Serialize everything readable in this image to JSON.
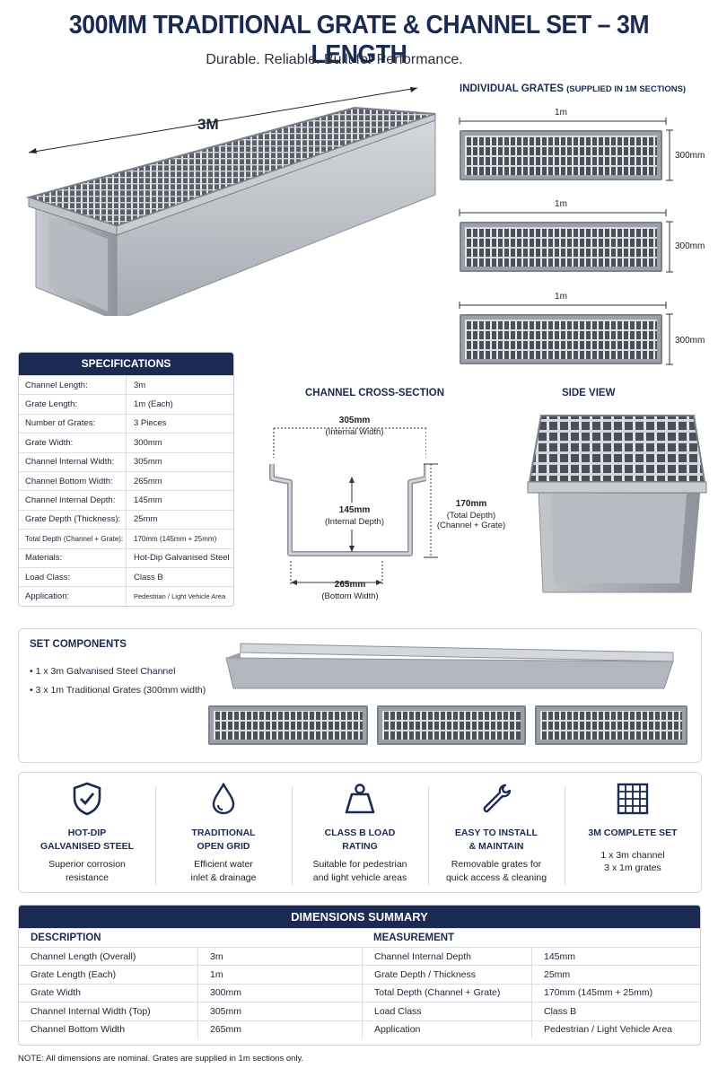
{
  "header": {
    "title": "300MM TRADITIONAL GRATE & CHANNEL SET – 3M LENGTH",
    "subtitle": "Durable. Reliable. Built for Performance."
  },
  "hero": {
    "length_label": "3M"
  },
  "individual_grates": {
    "heading": "INDIVIDUAL GRATES",
    "heading_note": "(SUPPLIED IN 1M SECTIONS)",
    "grates": [
      {
        "length": "1m",
        "width": "300mm"
      },
      {
        "length": "1m",
        "width": "300mm"
      },
      {
        "length": "1m",
        "width": "300mm"
      }
    ]
  },
  "specifications": {
    "heading": "SPECIFICATIONS",
    "rows": [
      {
        "label": "Channel Length:",
        "value": "3m"
      },
      {
        "label": "Grate Length:",
        "value": "1m (Each)"
      },
      {
        "label": "Number of Grates:",
        "value": "3 Pieces"
      },
      {
        "label": "Grate Width:",
        "value": "300mm"
      },
      {
        "label": "Channel Internal Width:",
        "value": "305mm"
      },
      {
        "label": "Channel Bottom Width:",
        "value": "265mm"
      },
      {
        "label": "Channel Internal Depth:",
        "value": "145mm"
      },
      {
        "label": "Grate Depth (Thickness):",
        "value": "25mm"
      },
      {
        "label": "Total Depth (Channel + Grate):",
        "value": "170mm (145mm + 25mm)"
      },
      {
        "label": "Materials:",
        "value": "Hot-Dip Galvanised Steel"
      },
      {
        "label": "Load Class:",
        "value": "Class B"
      },
      {
        "label": "Application:",
        "value": "Pedestrian / Light Vehicle Area"
      }
    ]
  },
  "cross_section": {
    "heading": "CHANNEL CROSS-SECTION",
    "top_value": "305mm",
    "top_note": "(Internal Width)",
    "depth_value": "145mm",
    "depth_note": "(Internal Depth)",
    "total_value": "170mm",
    "total_note1": "(Total Depth)",
    "total_note2": "(Channel + Grate)",
    "bottom_value": "265mm",
    "bottom_note": "(Bottom Width)"
  },
  "side_view": {
    "heading": "SIDE VIEW"
  },
  "set_components": {
    "heading": "SET COMPONENTS",
    "items": [
      "1 x 3m Galvanised Steel Channel",
      "3 x 1m Traditional Grates (300mm width)"
    ]
  },
  "features": [
    {
      "icon": "shield-check-icon",
      "title1": "HOT-DIP",
      "title2": "GALVANISED STEEL",
      "desc1": "Superior corrosion",
      "desc2": "resistance"
    },
    {
      "icon": "water-drop-icon",
      "title1": "TRADITIONAL",
      "title2": "OPEN GRID",
      "desc1": "Efficient water",
      "desc2": "inlet & drainage"
    },
    {
      "icon": "weight-icon",
      "title1": "CLASS B LOAD",
      "title2": "RATING",
      "desc1": "Suitable for pedestrian",
      "desc2": "and light vehicle areas"
    },
    {
      "icon": "wrench-screwdriver-icon",
      "title1": "EASY TO INSTALL",
      "title2": "& MAINTAIN",
      "desc1": "Removable grates for",
      "desc2": "quick access & cleaning"
    },
    {
      "icon": "grid-icon",
      "title1": "3M COMPLETE SET",
      "title2": "",
      "desc1": "1 x 3m channel",
      "desc2": "3 x 1m grates"
    }
  ],
  "dimensions": {
    "heading": "DIMENSIONS SUMMARY",
    "col_description": "DESCRIPTION",
    "col_measurement": "MEASUREMENT",
    "left": [
      {
        "label": "Channel Length (Overall)",
        "value": "3m"
      },
      {
        "label": "Grate Length (Each)",
        "value": "1m"
      },
      {
        "label": "Grate Width",
        "value": "300mm"
      },
      {
        "label": "Channel Internal Width (Top)",
        "value": "305mm"
      },
      {
        "label": "Channel Bottom Width",
        "value": "265mm"
      }
    ],
    "right": [
      {
        "label": "Channel Internal Depth",
        "value": "145mm"
      },
      {
        "label": "Grate Depth / Thickness",
        "value": "25mm"
      },
      {
        "label": "Total Depth (Channel + Grate)",
        "value": "170mm (145mm + 25mm)"
      },
      {
        "label": "Load Class",
        "value": "Class B"
      },
      {
        "label": "Application",
        "value": "Pedestrian / Light Vehicle Area"
      }
    ]
  },
  "note": "NOTE: All dimensions are nominal. Grates are supplied in 1m sections only.",
  "colors": {
    "navy": "#1b2a52",
    "steel": "#a7acb3"
  }
}
